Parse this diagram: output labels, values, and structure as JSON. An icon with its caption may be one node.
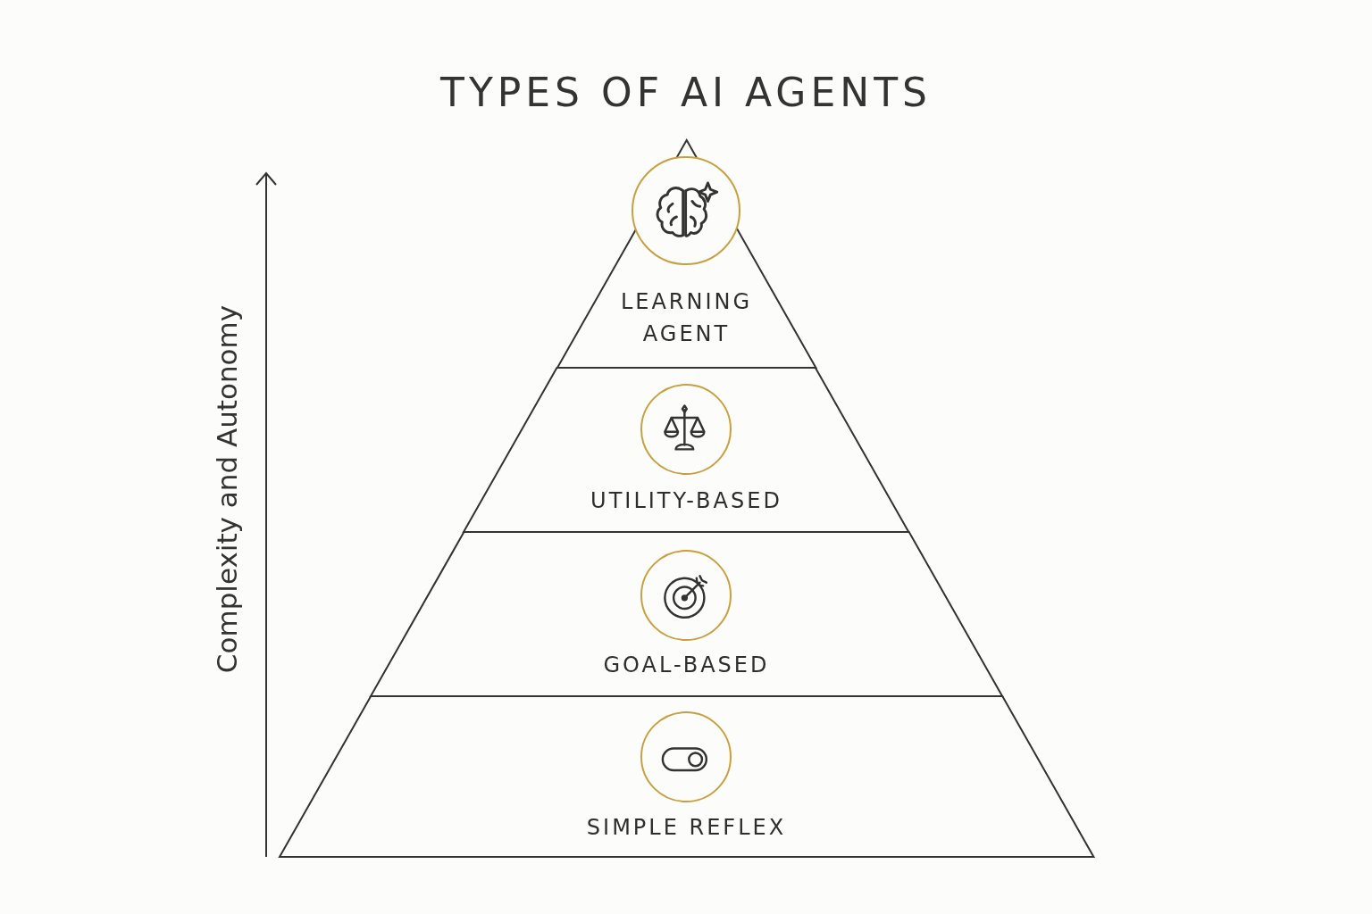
{
  "diagram": {
    "title": "TYPES OF AI AGENTS",
    "nodes": [
      {
        "text": [
          "LEARNING AGENT"
        ]
      },
      {
        "text": [
          "UTILITY-BASED"
        ]
      },
      {
        "text": [
          "GOAL-BASED"
        ]
      },
      {
        "text": [
          "SIMPLE REFLEX"
        ]
      }
    ],
    "labels": [
      "Complexity and Autonomy"
    ]
  }
}
